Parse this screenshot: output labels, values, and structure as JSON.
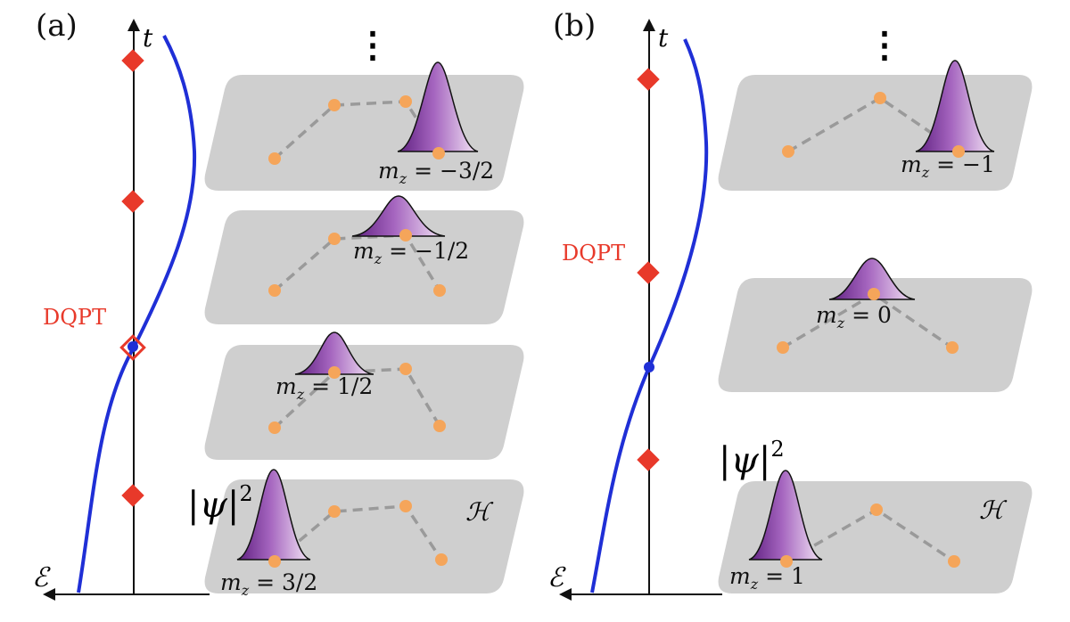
{
  "panels": [
    {
      "label": "(a)",
      "time_axis_label": "t",
      "energy_axis_label": "ℰ",
      "dqpt_label": "DQPT",
      "density_label": "|ψ|",
      "density_exp": "2",
      "hilbert_label": "ℋ",
      "ellipsis": "⋮",
      "layers": [
        {
          "mz_main": "m",
          "mz_sub": "z",
          "mz_value": " = 3/2"
        },
        {
          "mz_main": "m",
          "mz_sub": "z",
          "mz_value": " = 1/2"
        },
        {
          "mz_main": "m",
          "mz_sub": "z",
          "mz_value": " = −1/2"
        },
        {
          "mz_main": "m",
          "mz_sub": "z",
          "mz_value": " = −3/2"
        }
      ]
    },
    {
      "label": "(b)",
      "time_axis_label": "t",
      "energy_axis_label": "ℰ",
      "dqpt_label": "DQPT",
      "density_label": "|ψ|",
      "density_exp": "2",
      "hilbert_label": "ℋ",
      "ellipsis": "⋮",
      "layers": [
        {
          "mz_main": "m",
          "mz_sub": "z",
          "mz_value": " = 1"
        },
        {
          "mz_main": "m",
          "mz_sub": "z",
          "mz_value": " = 0"
        },
        {
          "mz_main": "m",
          "mz_sub": "z",
          "mz_value": " = −1"
        }
      ]
    }
  ],
  "colors": {
    "curve": "#1f2fd6",
    "dqpt_marker": "#e8392a",
    "crossing_dot": "#1f2fd6",
    "plane_fill": "#cfcfcf",
    "node": "#f5a55a",
    "edge": "#9a9a9a",
    "gaussian_dark": "#6b2a8a",
    "gaussian_light": "#ead2ef"
  }
}
